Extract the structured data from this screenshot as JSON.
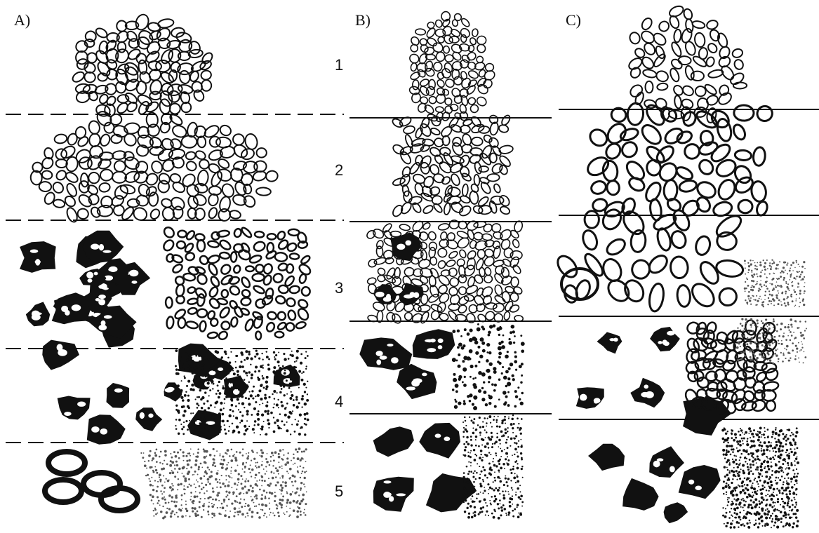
{
  "figure": {
    "panels": [
      {
        "label": "A)"
      },
      {
        "label": "B)"
      },
      {
        "label": "C)"
      }
    ],
    "grades": [
      "1",
      "2",
      "3",
      "4",
      "5"
    ],
    "colors": {
      "ink": "#111111",
      "paper": "#ffffff",
      "stipple": "#555555"
    }
  }
}
